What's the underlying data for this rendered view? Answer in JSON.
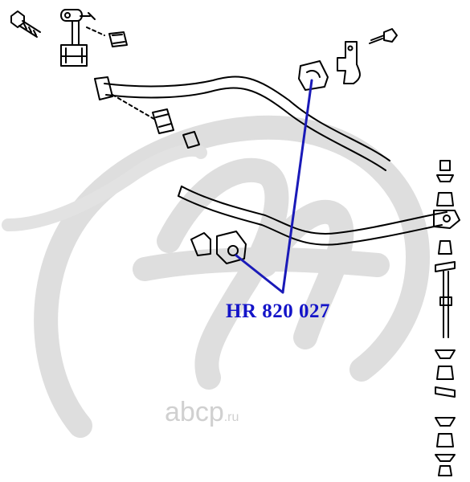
{
  "part_number": "HR 820 027",
  "watermark": {
    "brand": "abcp",
    "tld": ".ru"
  },
  "colors": {
    "callout": "#1a1ab8",
    "label": "#1414c8",
    "lines": "#000000",
    "watermark": "#d8d8d8"
  }
}
